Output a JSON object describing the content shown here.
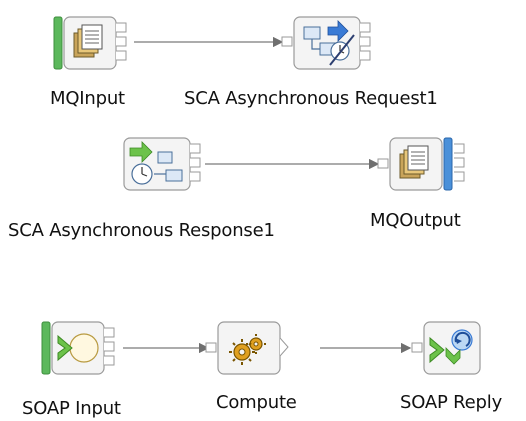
{
  "flow": {
    "nodes": {
      "mq_input": {
        "label": "MQInput",
        "icon": "mq-input-icon"
      },
      "sca_request": {
        "label": "SCA Asynchronous Request1",
        "icon": "sca-async-request-icon"
      },
      "sca_response": {
        "label": "SCA Asynchronous Response1",
        "icon": "sca-async-response-icon"
      },
      "mq_output": {
        "label": "MQOutput",
        "icon": "mq-output-icon"
      },
      "soap_input": {
        "label": "SOAP Input",
        "icon": "soap-input-icon"
      },
      "compute": {
        "label": "Compute",
        "icon": "compute-gears-icon"
      },
      "soap_reply": {
        "label": "SOAP Reply",
        "icon": "soap-reply-icon"
      }
    },
    "connections": [
      {
        "from": "MQInput",
        "to": "SCA Asynchronous Request1"
      },
      {
        "from": "SCA Asynchronous Response1",
        "to": "MQOutput"
      },
      {
        "from": "SOAP Input",
        "to": "Compute"
      },
      {
        "from": "Compute",
        "to": "SOAP Reply"
      }
    ]
  },
  "colors": {
    "wire": "#7a7a7a",
    "node_frame": "#9a9a9a",
    "input_bar": "#5cb85c",
    "output_bar": "#4a90d9",
    "arrow_green": "#6cc24a",
    "arrow_blue": "#3a7bd5"
  }
}
